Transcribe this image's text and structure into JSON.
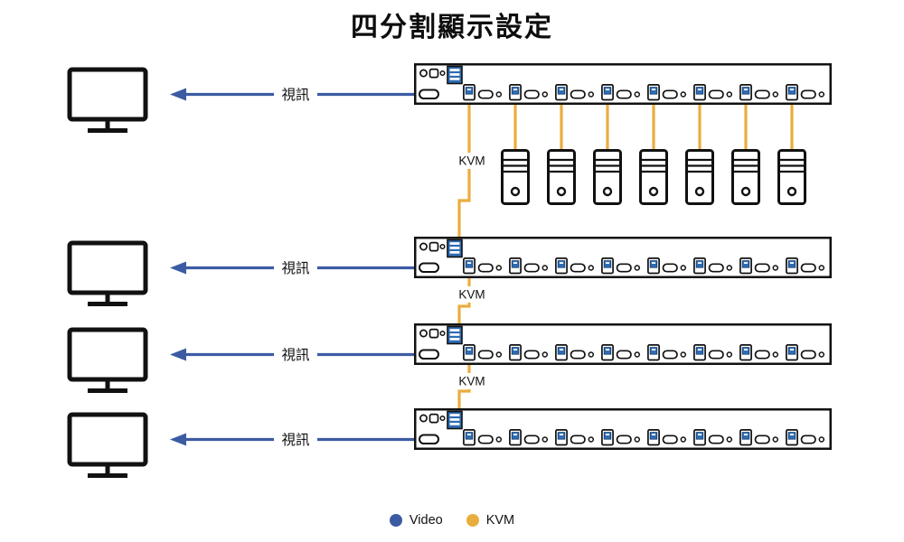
{
  "title": "四分割顯示設定",
  "labels": {
    "video_link": "視訊",
    "kvm_link": "KVM"
  },
  "legend": {
    "video_label": "Video",
    "kvm_label": "KVM"
  },
  "colors": {
    "video_line": "#3c5ba3",
    "kvm_line": "#e9ad3f",
    "usb_port_blue": "#2f6cb3",
    "device_outline": "#111111"
  },
  "topology": {
    "monitors": 4,
    "kvm_switches": 4,
    "computers": 7,
    "port_groups_per_switch": 8
  }
}
